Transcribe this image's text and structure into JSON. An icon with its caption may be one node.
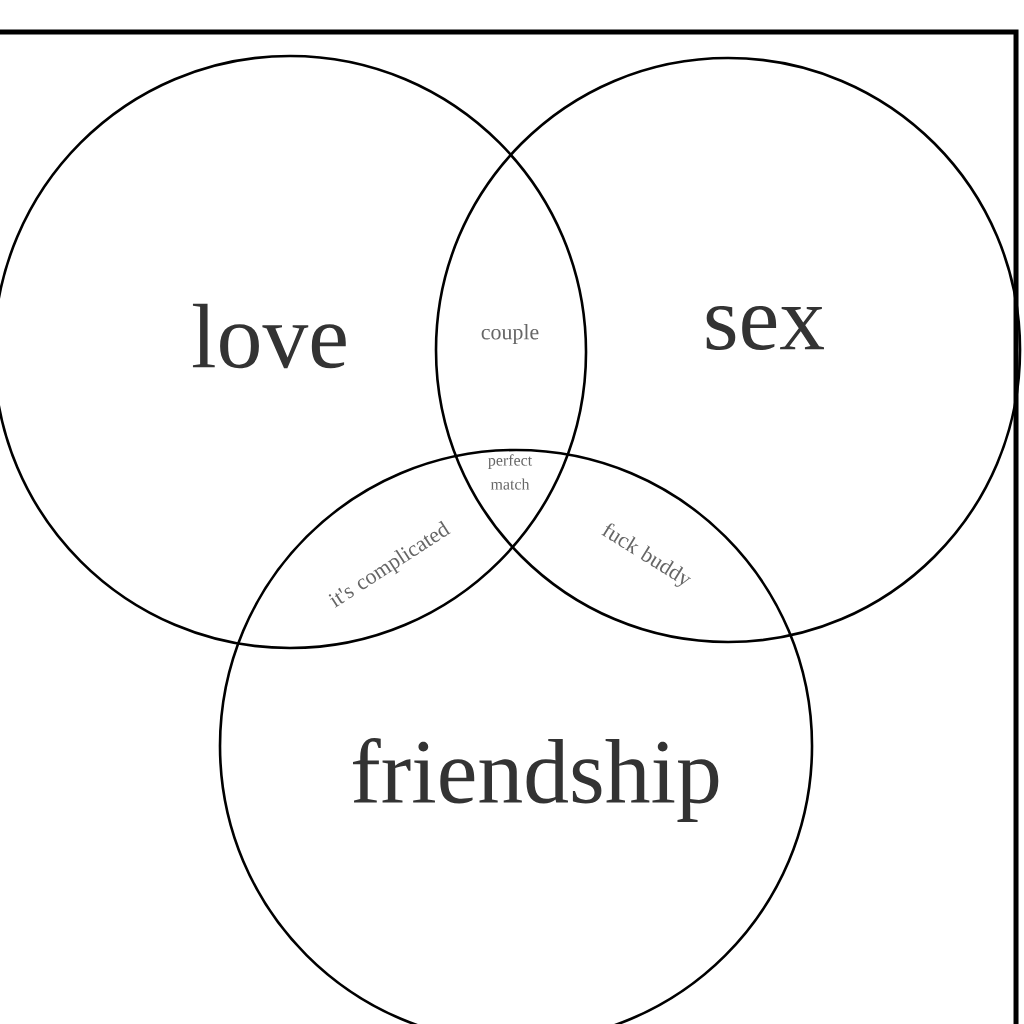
{
  "diagram": {
    "nodes": [
      {
        "text": [
          "love"
        ]
      },
      {
        "text": [
          "sex"
        ]
      },
      {
        "text": [
          "friendship"
        ]
      }
    ],
    "labels": [
      "couple",
      "perfect match",
      "it's complicated",
      "fuck buddy"
    ]
  }
}
